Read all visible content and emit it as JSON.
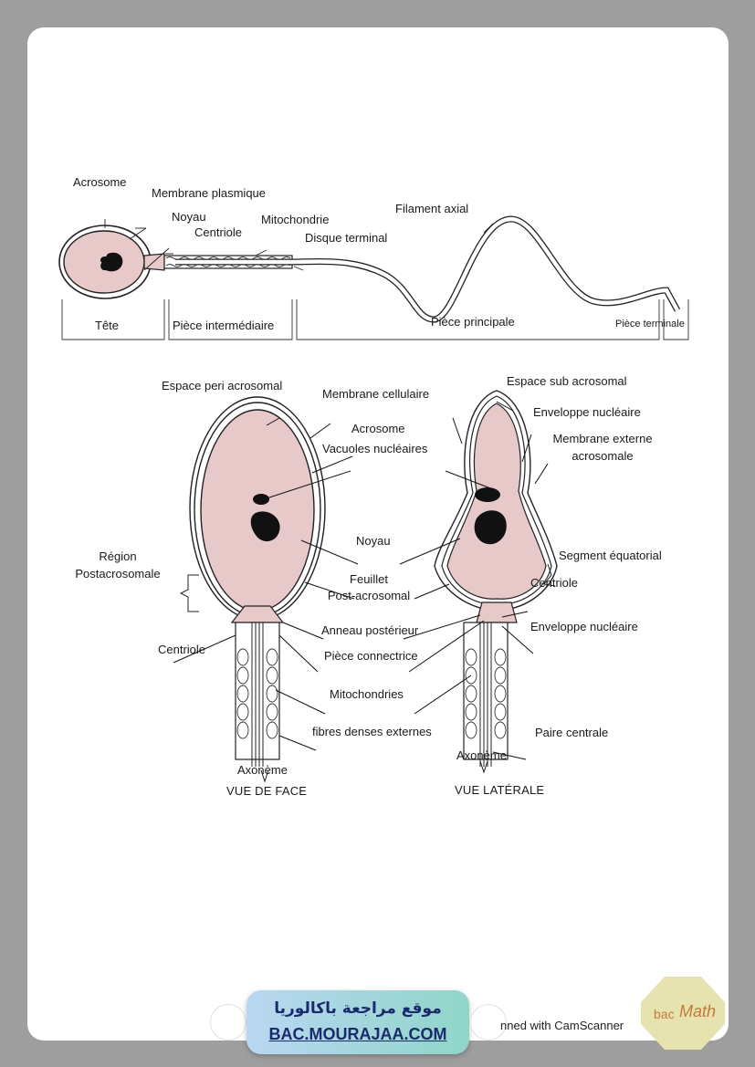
{
  "labels": {
    "acrosome_top": "Acrosome",
    "membrane_plasmique": "Membrane plasmique",
    "noyau_top": "Noyau",
    "mitochondrie": "Mitochondrie",
    "centriole_top": "Centriole",
    "disque_terminal": "Disque terminal",
    "filament_axial": "Filament axial",
    "tete": "Tête",
    "piece_intermediaire": "Pièce intermédiaire",
    "piece_principale": "Pièce principale",
    "piece_terminale": "Pièce terminale",
    "espace_peri": "Espace peri acrosomal",
    "membrane_cellulaire": "Membrane cellulaire",
    "espace_sub": "Espace sub acrosomal",
    "enveloppe_nucleaire_1": "Enveloppe nucléaire",
    "acrosome_mid": "Acrosome",
    "vacuoles": "Vacuoles nucléaires",
    "membrane_externe_1": "Membrane externe",
    "membrane_externe_2": "acrosomale",
    "noyau_mid": "Noyau",
    "region_1": "Région",
    "region_2": "Postacrosomale",
    "segment_equatorial": "Segment équatorial",
    "feuillet_1": "Feuillet",
    "feuillet_2": "Post-acrosomal",
    "centriole_right": "Centriole",
    "anneau": "Anneau postérieur",
    "enveloppe_nucleaire_2": "Enveloppe nucléaire",
    "centriole_left": "Centriole",
    "piece_connectrice": "Pièce connectrice",
    "mitochondries": "Mitochondries",
    "fibres": "fibres denses externes",
    "paire_centrale": "Paire centrale",
    "axoneme_left": "Axonème",
    "axoneme_right": "Axonème",
    "vue_face": "VUE DE FACE",
    "vue_laterale": "VUE LATÉRALE"
  },
  "footer": {
    "arabic": "موقع مراجعة باكالوريا",
    "site": "BAC.MOURAJAA.COM",
    "scanner": "nned with CamScanner",
    "badge_1": "bac",
    "badge_2": "Math"
  },
  "colors": {
    "cell_fill": "#e8c9c9",
    "nucleus": "#111111",
    "banner_text": "#1b2a6b",
    "badge": "#e7e3b0"
  }
}
